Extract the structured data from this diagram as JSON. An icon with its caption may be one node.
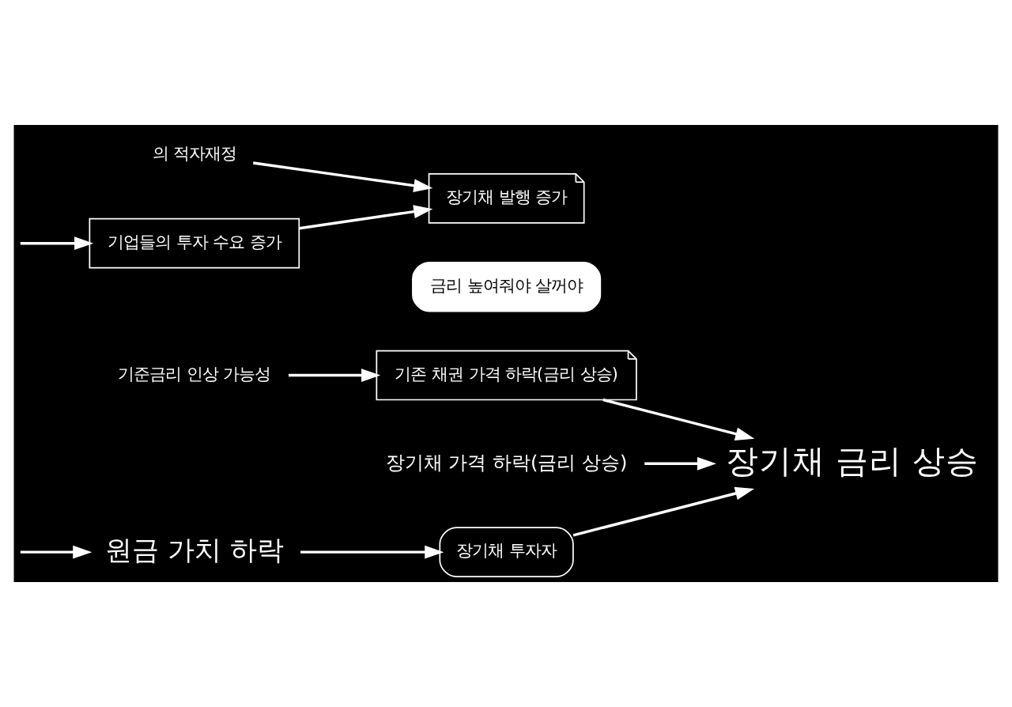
{
  "diagram": {
    "nodes": [
      {
        "text": [
          "원금 가치 하락"
        ]
      },
      {
        "text": [
          "장기채 투자자"
        ]
      },
      {
        "text": [
          "금리 높여줘야 살꺼야"
        ]
      },
      {
        "text": [
          "기준금리 인상 가능성"
        ]
      },
      {
        "text": [
          "기존 채권 가격 하락(금리 상승)"
        ]
      },
      {
        "text": [
          "장기채 금리 상승"
        ]
      },
      {
        "text": [
          "기업들의 투자 수요 증가"
        ]
      },
      {
        "text": [
          "장기채 발행 증가"
        ]
      },
      {
        "text": [
          "장기채 가격 하락(금리 상승)"
        ]
      },
      {
        "text": [
          "의 적자재정"
        ]
      }
    ],
    "edges": [
      {
        "from": null,
        "to": 0,
        "arrow": "to"
      },
      {
        "from": 0,
        "to": 1,
        "arrow": "to"
      },
      {
        "from": 1,
        "to": 5,
        "arrow": "to"
      },
      {
        "from": 3,
        "to": 4,
        "arrow": "to"
      },
      {
        "from": 4,
        "to": 5,
        "arrow": "to"
      },
      {
        "from": null,
        "to": 6,
        "arrow": "to"
      },
      {
        "from": 6,
        "to": 7,
        "arrow": "to"
      },
      {
        "from": 9,
        "to": 7,
        "arrow": "to"
      },
      {
        "from": 8,
        "to": 5,
        "arrow": "to"
      }
    ]
  }
}
